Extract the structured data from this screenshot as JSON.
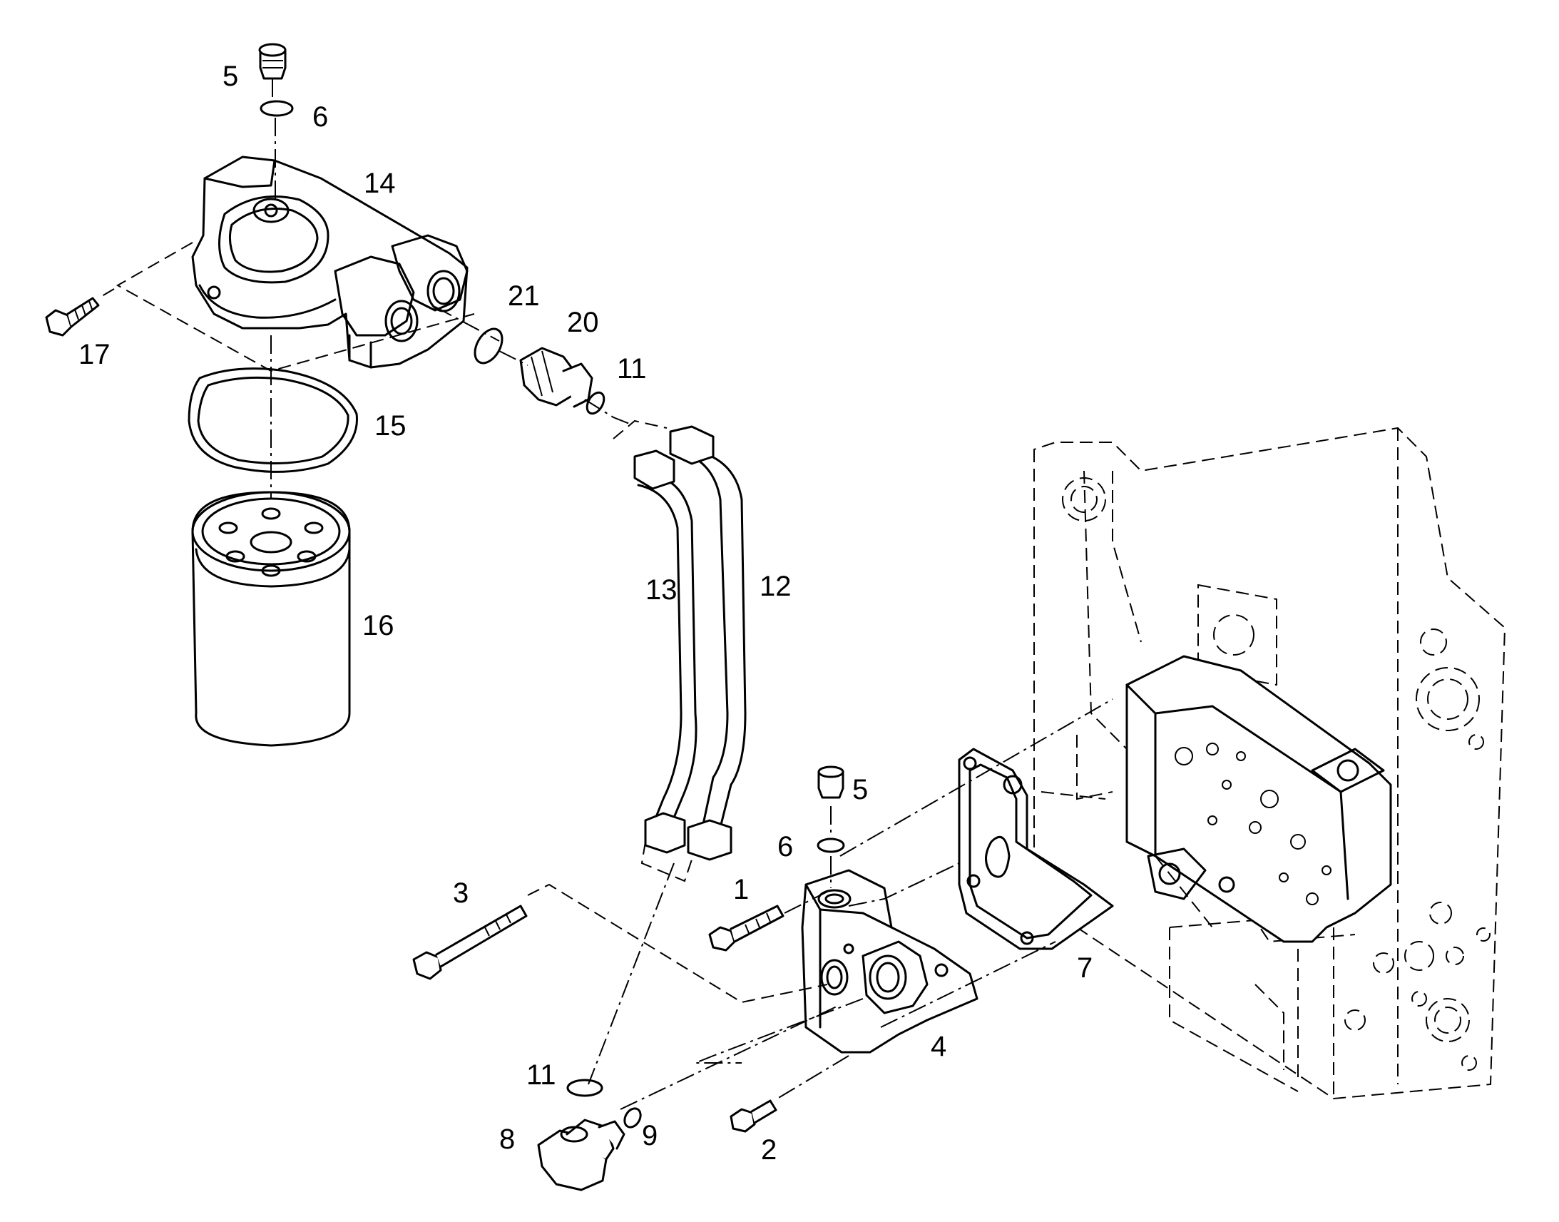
{
  "callouts": [
    {
      "id": "c5a",
      "text": "5"
    },
    {
      "id": "c6a",
      "text": "6"
    },
    {
      "id": "c14",
      "text": "14"
    },
    {
      "id": "c17",
      "text": "17"
    },
    {
      "id": "c21",
      "text": "21"
    },
    {
      "id": "c20",
      "text": "20"
    },
    {
      "id": "c11a",
      "text": "11"
    },
    {
      "id": "c15",
      "text": "15"
    },
    {
      "id": "c16",
      "text": "16"
    },
    {
      "id": "c13",
      "text": "13"
    },
    {
      "id": "c12",
      "text": "12"
    },
    {
      "id": "c5b",
      "text": "5"
    },
    {
      "id": "c6b",
      "text": "6"
    },
    {
      "id": "c1",
      "text": "1"
    },
    {
      "id": "c3",
      "text": "3"
    },
    {
      "id": "c7",
      "text": "7"
    },
    {
      "id": "c4",
      "text": "4"
    },
    {
      "id": "c11b",
      "text": "11"
    },
    {
      "id": "c8",
      "text": "8"
    },
    {
      "id": "c9",
      "text": "9"
    },
    {
      "id": "c2",
      "text": "2"
    }
  ]
}
